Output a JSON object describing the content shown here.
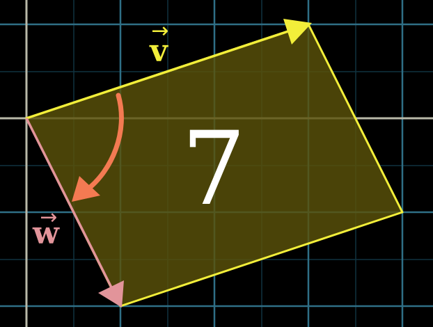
{
  "area_value": "7",
  "vector_v": {
    "name": "v",
    "arrow": "→",
    "color": "#f2ee3a"
  },
  "vector_w": {
    "name": "w",
    "arrow": "→",
    "color": "#e2949a"
  },
  "parallelogram": {
    "fill": "#5a520a",
    "stroke": "#f2ee3a"
  },
  "rotation_arrow_color": "#f47a52",
  "grid": {
    "minor_color": "#113240",
    "major_color": "#2f6f86",
    "axis_color": "#b9b9a9"
  }
}
